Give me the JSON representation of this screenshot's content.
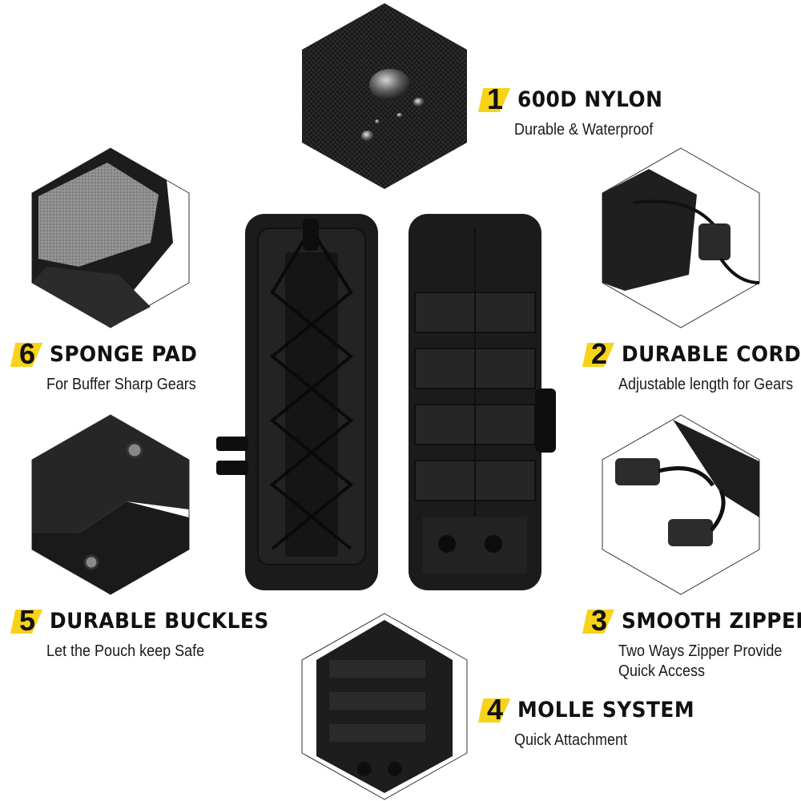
{
  "features": [
    {
      "num": "1",
      "title": "600D NYLON",
      "desc": [
        "Durable & Waterproof"
      ]
    },
    {
      "num": "2",
      "title": "DURABLE CORD",
      "desc": [
        "Adjustable length for Gears"
      ]
    },
    {
      "num": "3",
      "title": "SMOOTH ZIPPER",
      "desc": [
        "Two Ways Zipper Provide",
        "Quick Access"
      ]
    },
    {
      "num": "4",
      "title": "MOLLE SYSTEM",
      "desc": [
        "Quick Attachment"
      ]
    },
    {
      "num": "5",
      "title": "DURABLE BUCKLES",
      "desc": [
        "Let the Pouch keep Safe"
      ]
    },
    {
      "num": "6",
      "title": "SPONGE PAD",
      "desc": [
        "For Buffer Sharp Gears"
      ]
    }
  ],
  "colors": {
    "accent": "#f7d21a",
    "text": "#111111",
    "fabric": "#1b1b1b"
  }
}
